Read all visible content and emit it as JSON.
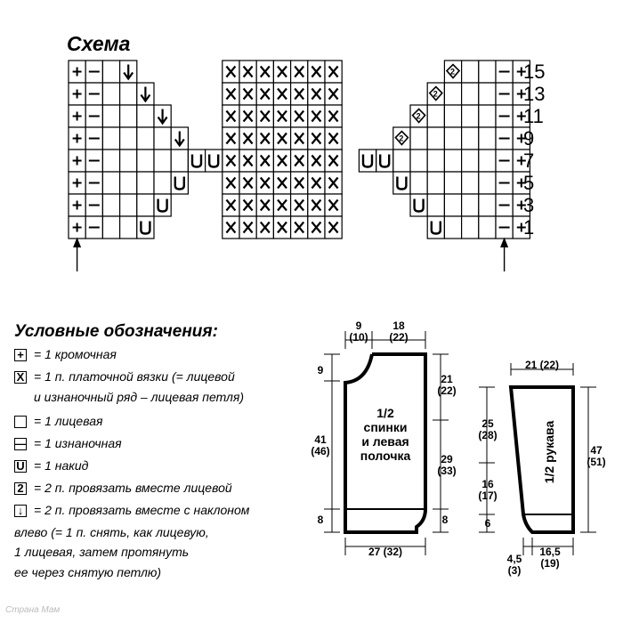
{
  "title": "Схема",
  "row_numbers": [
    "15",
    "13",
    "11",
    "9",
    "7",
    "5",
    "3",
    "1"
  ],
  "legend": {
    "title": "Условные обозначения:",
    "items": [
      {
        "symbol": "+",
        "text": "= 1 кромочная"
      },
      {
        "symbol": "X",
        "text": "= 1 п. платочной вязки (= лицевой"
      },
      {
        "symbol": "",
        "text": "= 1 лицевая"
      },
      {
        "symbol": "—",
        "text": "= 1 изнаночная"
      },
      {
        "symbol": "U",
        "text": "= 1 накид"
      },
      {
        "symbol": "2",
        "text": "= 2 п. провязать вместе лицевой"
      },
      {
        "symbol": "↓",
        "text": "= 2 п. провязать вместе с наклоном"
      }
    ],
    "continuations": [
      "и изнаночный ряд – лицевая петля)",
      "влево (= 1 п. снять, как лицевую,",
      "1 лицевая, затем протянуть",
      "ее через снятую петлю)"
    ]
  },
  "pattern_back": {
    "name_lines": [
      "1/2",
      "спинки",
      "и левая",
      "полочка"
    ],
    "dims": {
      "top_left": [
        "9",
        "(10)"
      ],
      "top_right": [
        "18",
        "(22)"
      ],
      "left_top": [
        "9"
      ],
      "left_mid": [
        "41",
        "(46)"
      ],
      "left_bottom": [
        "8"
      ],
      "right_top": [
        "21",
        "(22)"
      ],
      "right_mid": [
        "29",
        "(33)"
      ],
      "right_bottom": [
        "8"
      ],
      "bottom": [
        "27 (32)"
      ]
    }
  },
  "pattern_sleeve": {
    "name": "1/2 рукава",
    "dims": {
      "top": [
        "21 (22)"
      ],
      "left_a": [
        "25",
        "(28)"
      ],
      "left_b": [
        "16",
        "(17)"
      ],
      "left_c": [
        "6"
      ],
      "right": [
        "47",
        "(51)"
      ],
      "bottom_a": [
        "4,5",
        "(3)"
      ],
      "bottom_b": [
        "16,5",
        "(19)"
      ]
    }
  },
  "watermark": "Страна Мам"
}
